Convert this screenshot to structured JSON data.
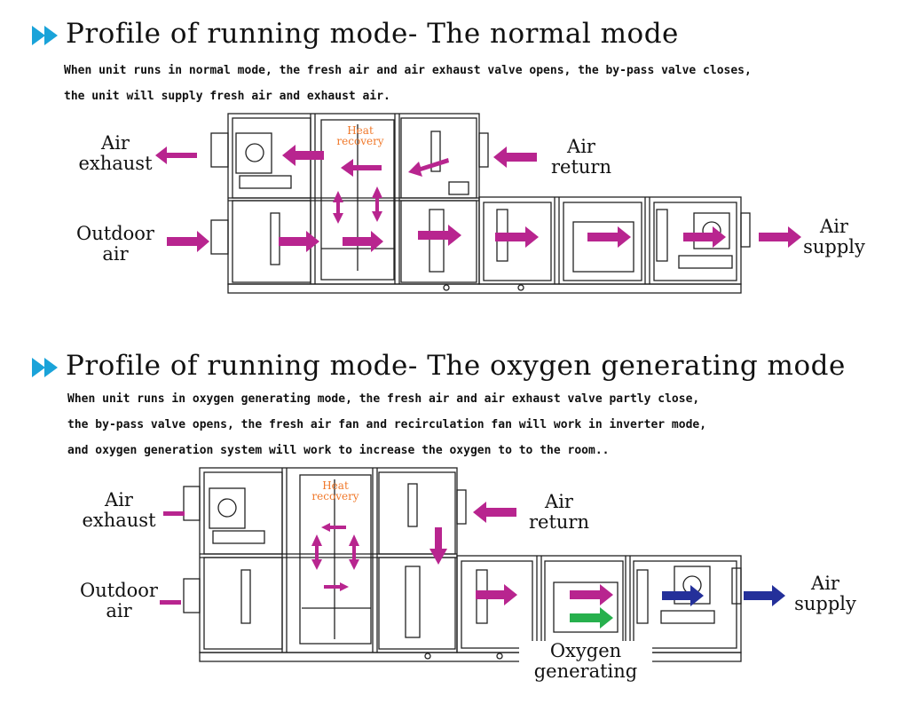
{
  "colors": {
    "accent": "#1aa3d9",
    "arrow_magenta": "#b8258f",
    "arrow_blue": "#24309a",
    "arrow_green": "#27b04d",
    "heat_recovery_label": "#f0782a",
    "unit_outline": "#222222"
  },
  "icons": [
    "double-play-icon",
    "fan-icon",
    "flow-arrow-icon"
  ],
  "normal_mode": {
    "title": "Profile of running mode- The normal mode",
    "description_lines": [
      "When unit runs in normal mode, the fresh air and air exhaust valve opens, the by-pass valve closes,",
      "the unit will supply fresh air and exhaust air."
    ],
    "labels": {
      "air_exhaust": "Air\nexhaust",
      "outdoor_air": "Outdoor\nair",
      "air_return": "Air\nreturn",
      "air_supply": "Air\nsupply",
      "heat_recovery": "Heat\nrecovery"
    }
  },
  "oxygen_mode": {
    "title": "Profile of running mode- The oxygen generating mode",
    "description_lines": [
      "When unit runs in oxygen generating mode, the fresh air and air exhaust valve partly close,",
      "the by-pass valve opens, the fresh air fan and recirculation fan will work in inverter mode,",
      "and oxygen generation system will work to increase the oxygen to to the room.."
    ],
    "labels": {
      "air_exhaust": "Air\nexhaust",
      "outdoor_air": "Outdoor\nair",
      "air_return": "Air\nreturn",
      "air_supply": "Air\nsupply",
      "heat_recovery": "Heat\nrecovery",
      "oxygen_generating": "Oxygen\ngenerating"
    }
  }
}
